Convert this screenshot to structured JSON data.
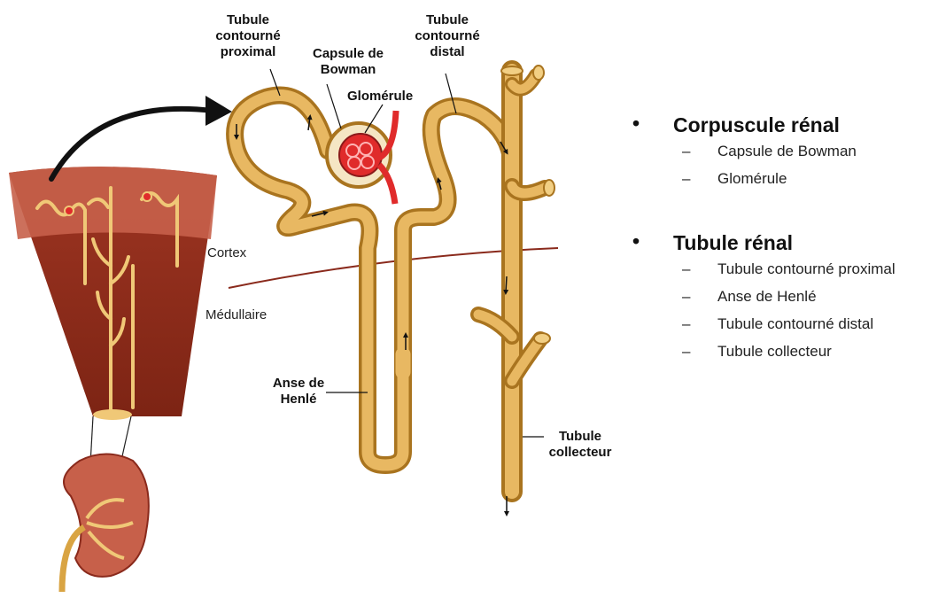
{
  "labels": {
    "tcp": "Tubule\ncontourné\nproximal",
    "capsule": "Capsule de\nBowman",
    "glomerule": "Glomérule",
    "tcd": "Tubule\ncontourné\ndistal",
    "cortex": "Cortex",
    "medullaire": "Médullaire",
    "anse": "Anse de\nHenlé",
    "collecteur": "Tubule\ncollecteur"
  },
  "legend": {
    "bullet": "•",
    "dash": "–",
    "sections": [
      {
        "title": "Corpuscule rénal",
        "items": [
          "Capsule de Bowman",
          "Glomérule"
        ]
      },
      {
        "title": "Tubule rénal",
        "items": [
          "Tubule contourné proximal",
          "Anse de Henlé",
          "Tubule contourné distal",
          "Tubule collecteur"
        ]
      }
    ]
  },
  "colors": {
    "tubule": "#d9a443",
    "tubule_light": "#f2cf84",
    "tubule_dark": "#a9741f",
    "tissue_cortex": "#c7604a",
    "tissue_medulla": "#9e3522",
    "capillary": "#e02b2b",
    "boundary": "#8a2a1c",
    "arrow": "#111111"
  }
}
